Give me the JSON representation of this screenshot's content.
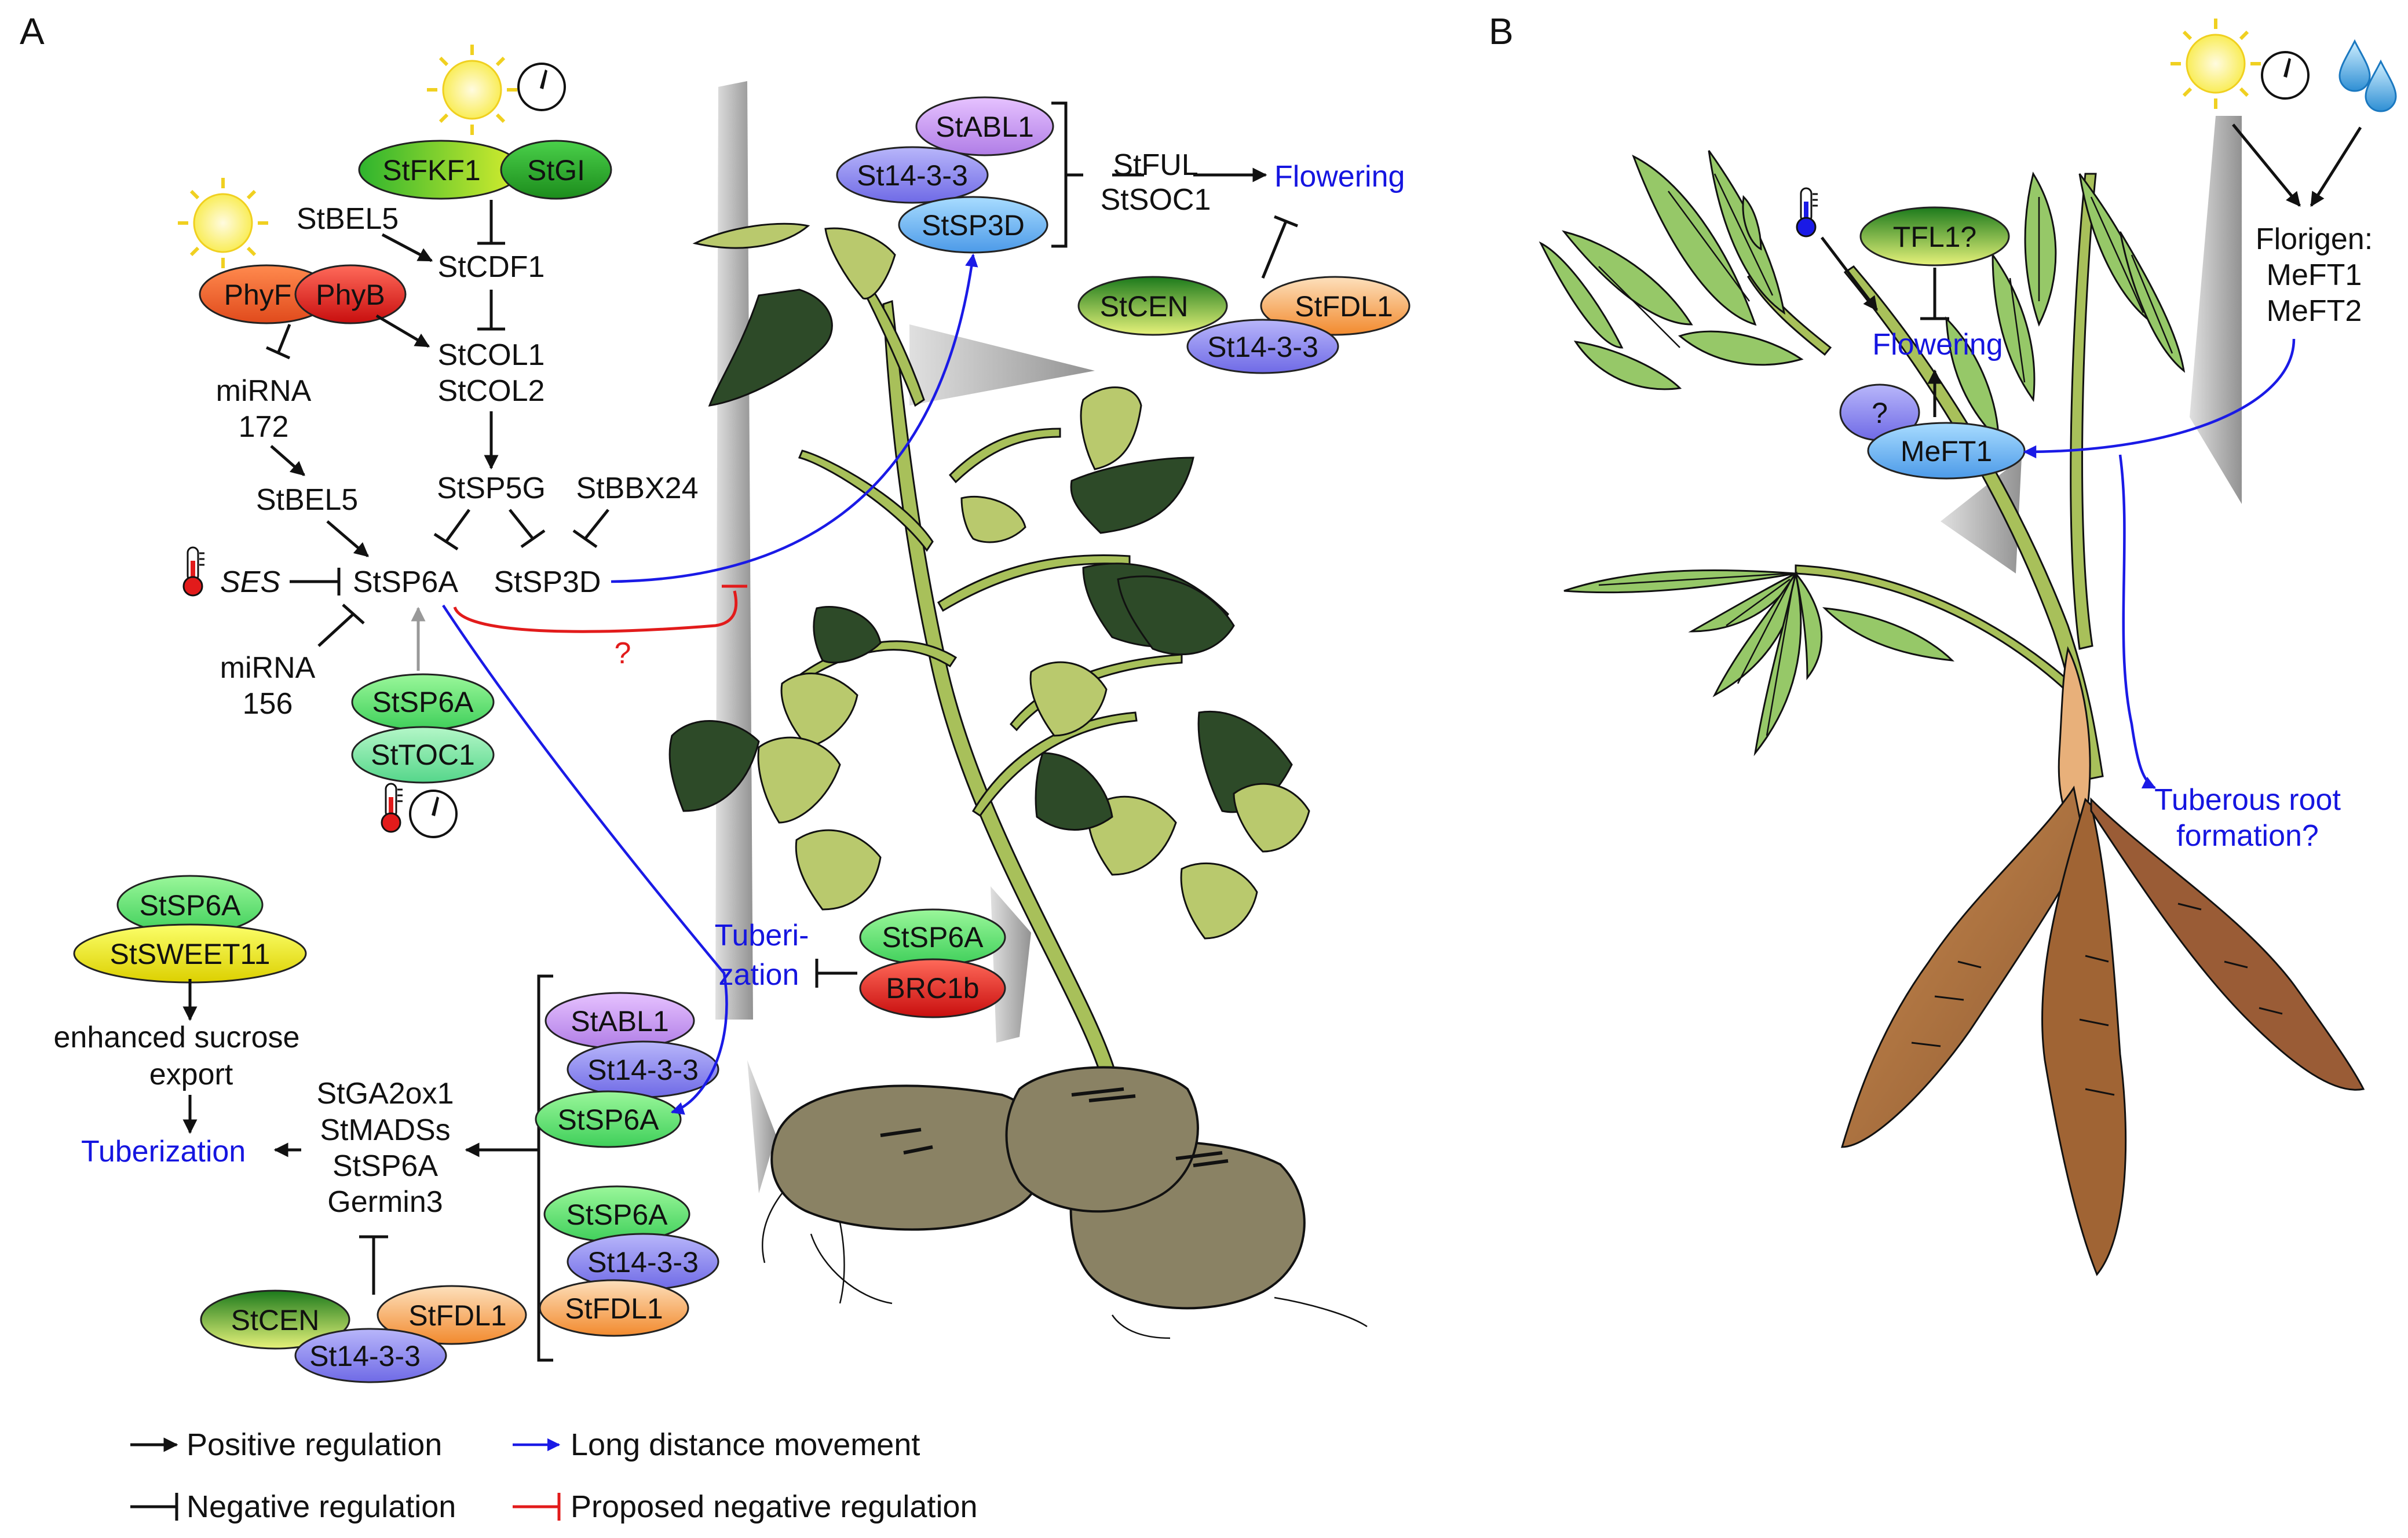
{
  "panels": {
    "a": "A",
    "b": "B"
  },
  "panel_a": {
    "stfkf1": "StFKF1",
    "stgi": "StGI",
    "stbel5_top": "StBEL5",
    "stcdf1": "StCDF1",
    "phyf": "PhyF",
    "phyb": "PhyB",
    "stcol1": "StCOL1",
    "stcol2": "StCOL2",
    "mirna172_a": "miRNA",
    "mirna172_b": "172",
    "stbel5_mid": "StBEL5",
    "stsp5g": "StSP5G",
    "stbbx24": "StBBX24",
    "ses": "SES",
    "stsp6a": "StSP6A",
    "stsp3d": "StSP3D",
    "question": "?",
    "mirna156_a": "miRNA",
    "mirna156_b": "156",
    "pill_stsp6a": "StSP6A",
    "pill_sttoc1": "StTOC1",
    "top_stabl1": "StABL1",
    "top_st1433": "St14-3-3",
    "top_stsp3d": "StSP3D",
    "stful": "StFUL",
    "stsoc1": "StSOC1",
    "flowering": "Flowering",
    "cen_stcen": "StCEN",
    "cen_stfdl1": "StFDL1",
    "cen_st1433": "St14-3-3",
    "tuberi_a": "Tuberi-",
    "tuberi_b": "zation",
    "tub_stsp6a": "StSP6A",
    "tub_brc1b": "BRC1b",
    "sw_stsp6a": "StSP6A",
    "sw_stsweet11": "StSWEET11",
    "enh_a": "enhanced sucrose",
    "enh_b": "export",
    "tuberization": "Tuberization",
    "genes": [
      "StGA2ox1",
      "StMADSs",
      "StSP6A",
      "Germin3"
    ],
    "c1_stabl1": "StABL1",
    "c1_st1433": "St14-3-3",
    "c1_stsp6a": "StSP6A",
    "c2_stsp6a": "StSP6A",
    "c2_st1433": "St14-3-3",
    "c2_stfdl1": "StFDL1",
    "bl_stcen": "StCEN",
    "bl_stfdl1": "StFDL1",
    "bl_st1433": "St14-3-3"
  },
  "panel_b": {
    "tfl1": "TFL1?",
    "flowering": "Flowering",
    "q": "?",
    "meft1": "MeFT1",
    "florigen": "Florigen:",
    "meft1b": "MeFT1",
    "meft2": "MeFT2",
    "tuberous_a": "Tuberous root",
    "tuberous_b": "formation?"
  },
  "legend": {
    "positive": "Positive regulation",
    "long_distance": "Long distance movement",
    "negative": "Negative regulation",
    "proposed": "Proposed negative regulation"
  },
  "icons": [
    "sun-icon",
    "clock-icon",
    "thermometer-icon",
    "water-drops-icon"
  ],
  "colors": {
    "positive": "#111111",
    "long_distance": "#1a1ae6",
    "proposed_negative": "#e21b1b",
    "stsp6a": "#66e07a",
    "stful_st1433": "#8a86ee",
    "stabl1": "#cc8ef0",
    "stsp3d": "#63aef0",
    "stfdl1": "#f59a44",
    "phyb": "#d81414",
    "phyf": "#ee5b28",
    "stsweet11": "#e8e000",
    "brc1b": "#e33131",
    "stcen": "#2a8a2a",
    "tuber": "#8a8264",
    "cassava_root": "#a86a3c"
  }
}
